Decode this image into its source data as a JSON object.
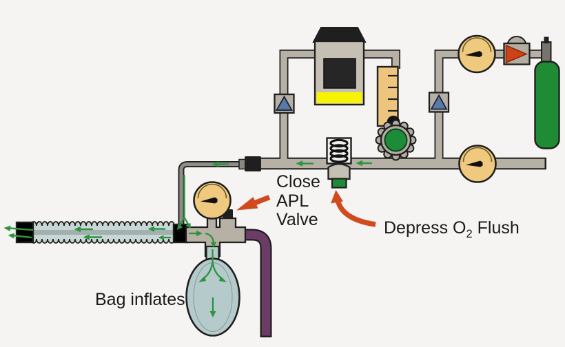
{
  "annotations": {
    "close_apl": {
      "line1": "Close",
      "line2": "APL",
      "line3": "Valve"
    },
    "depress_flush": {
      "prefix": "Depress O",
      "subscript": "2",
      "suffix": " Flush"
    },
    "bag_inflates": "Bag inflates"
  },
  "colors": {
    "background": "#f5f4f2",
    "text": "#1a1a1a",
    "pipe": "#b7b0a4",
    "pipe_outline": "#1f1f1f",
    "hose_gray": "#8f8d86",
    "vaporizer_body": "#c6bfb4",
    "vaporizer_yellow": "#f8f303",
    "flowmeter_tan": "#eec57e",
    "gauge_face": "#eec97e",
    "check_valve_blue": "#5b79a3",
    "cylinder_green": "#1f8c35",
    "knob_green": "#1d8c38",
    "flush_button_green": "#1d8c38",
    "regulator_red": "#cf4116",
    "annotation_red": "#d14a1e",
    "flow_green": "#2e9440",
    "scavenging_purple": "#6b3c66",
    "bag_teal": "#b5cacb",
    "tube_blue": "#c9d6d6",
    "tube_stripe": "#a3b0b0"
  }
}
